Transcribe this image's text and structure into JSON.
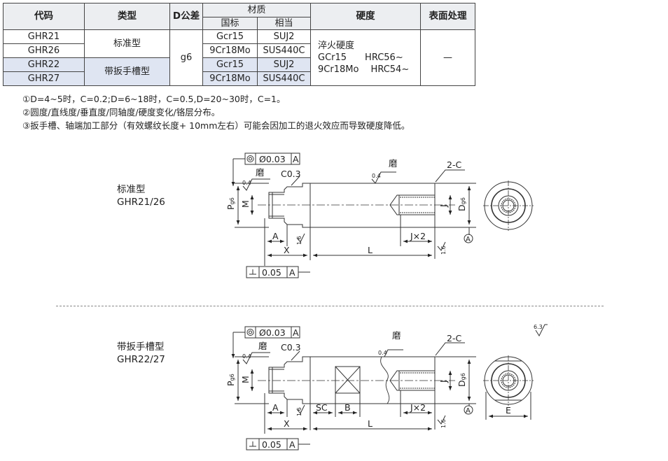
{
  "table": {
    "headers": {
      "code": "代码",
      "type": "类型",
      "tolerance": "D公差",
      "material": "材质",
      "material_national": "国标",
      "material_equiv": "相当",
      "hardness": "硬度",
      "surface": "表面处理"
    },
    "rows": [
      {
        "code": "GHR21"
      },
      {
        "code": "GHR26"
      },
      {
        "code": "GHR22"
      },
      {
        "code": "GHR27"
      }
    ],
    "types": [
      "标准型",
      "带扳手槽型"
    ],
    "tolerance_value": "g6",
    "materials": [
      {
        "national": "Gcr15",
        "equiv": "SUJ2"
      },
      {
        "national": "9Cr18Mo",
        "equiv": "SUS440C"
      },
      {
        "national": "Gcr15",
        "equiv": "SUJ2"
      },
      {
        "national": "9Cr18Mo",
        "equiv": "SUS440C"
      }
    ],
    "hardness": {
      "title": "淬火硬度",
      "line1": "GCr15　　HRC56~",
      "line2": "9Cr18Mo　 HRC54~"
    },
    "surface_value": "—"
  },
  "notes": [
    "①D=4~5时，C=0.2;D=6~18时，C=0.5,D=20~30时，C=1。",
    "②圆度/直线度/垂直度/同轴度/硬度变化/铬层分布。",
    "③扳手槽、轴端加工部分（有效螺纹长度+ 10mm左右）可能会因加工的退火效应而导致硬度降低。"
  ],
  "drawings": {
    "standard": {
      "title": "标准型",
      "codes": "GHR21/26"
    },
    "wrench": {
      "title": "带扳手槽型",
      "codes": "GHR22/27"
    },
    "labels": {
      "coax": "Ø0.03",
      "datum": "A",
      "grind": "磨",
      "chamfer": "C0.3",
      "roughness_04": "0.4",
      "c2": "2-C",
      "p": "P",
      "m": "M",
      "j": "J",
      "d": "D",
      "sub": "g6",
      "a": "A",
      "x": "X",
      "l": "L",
      "j2": "J×2",
      "r16": "1.6",
      "perp_val": "0.05",
      "sc": "SC",
      "b": "B",
      "e": "E",
      "r63": "6.3"
    }
  }
}
